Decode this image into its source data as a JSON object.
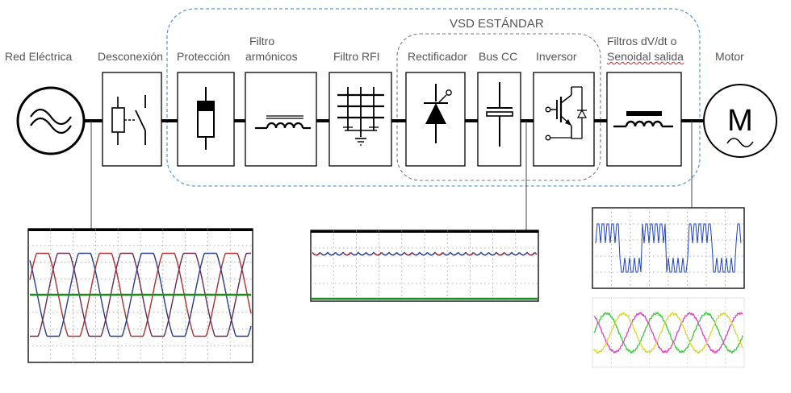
{
  "diagram": {
    "group_standard": "VSD ESTÁNDAR",
    "labels": {
      "grid": "Red Eléctrica",
      "disconnect": "Desconexión",
      "protection": "Protección",
      "harmonic_1": "Filtro",
      "harmonic_2": "armónicos",
      "rfi": "Filtro RFI",
      "rectifier": "Rectificador",
      "dc_bus": "Bus CC",
      "inverter": "Inversor",
      "dvdt_1": "Filtros dV/dt o",
      "dvdt_2": "Senoidal salida",
      "motor": "Motor"
    },
    "motor_symbol": "M",
    "colors": {
      "line": "#000000",
      "group_dashed": "#5aa0d8",
      "inner_dashed": "#7a7a7a",
      "scope_grid": "#9a9a9a",
      "trace_red": "#b03030",
      "trace_blue": "#283c8c",
      "trace_green": "#1f8a1f",
      "pwm_blue": "#1a3fd0",
      "sine_green": "#3cc83c",
      "sine_magenta": "#e040c0",
      "sine_yellow": "#d8d830"
    }
  }
}
